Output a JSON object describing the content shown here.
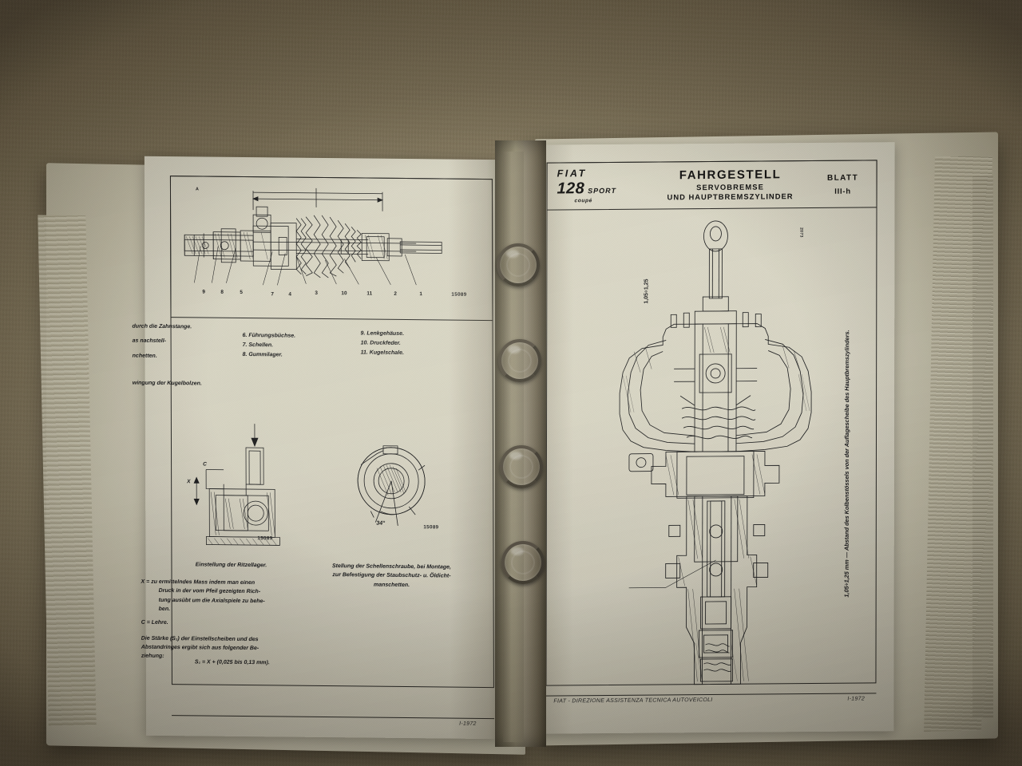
{
  "photo": {
    "subject": "open-ring-binder-workshop-manual",
    "desk_color": "#8d8166"
  },
  "left_page": {
    "figure_top": {
      "fig_number": "15089",
      "callouts": [
        "9",
        "8",
        "5",
        "7",
        "4",
        "3",
        "10",
        "11",
        "2",
        "1"
      ],
      "dim_labels": [
        "A"
      ]
    },
    "legend": {
      "col1": [
        "durch die Zahnstange.",
        "as nachstell-",
        "nchetten.",
        "wingung der Kugelbolzen."
      ],
      "col2": [
        "6. Führungsbüchse.",
        "7. Schellen.",
        "8. Gummilager."
      ],
      "col3": [
        "9. Lenkgehäuse.",
        "10. Druckfeder.",
        "11. Kugelschale."
      ]
    },
    "figure_left": {
      "fig_number": "15089",
      "labels": [
        "C",
        "X"
      ]
    },
    "figure_right": {
      "fig_number": "15089",
      "angle_label": "34°"
    },
    "caption_left": {
      "title": "Einstellung der Ritzellager.",
      "lines": [
        "X = zu ermittelndes Mass indem man einen",
        "Druck in der vom Pfeil gezeigten Rich-",
        "tung ausübt um die Axialspiele zu behe-",
        "ben.",
        "C = Lehre.",
        "Die Stärke (S₁) der Einstellscheiben und des",
        "Abstandringes ergibt sich aus folgender Be-",
        "ziehung:"
      ],
      "formula": "S₁ = X + (0,025 bis 0,13 mm)."
    },
    "caption_right": {
      "lines": [
        "Stellung der Schellenschraube, bei Montage,",
        "zur Befestigung der Staubschutz- u. Öldicht-",
        "manschetten."
      ]
    },
    "footer": {
      "date": "I-1972"
    }
  },
  "right_page": {
    "header": {
      "brand_fiat": "FIAT",
      "brand_model": "128",
      "brand_sport": "SPORT",
      "brand_coupe": "coupé",
      "title_line1": "FAHRGESTELL",
      "title_line2": "SERVOBREMSE",
      "title_line3": "UND HAUPTBREMSZYLINDER",
      "blatt_label": "BLATT",
      "blatt_value": "III-h"
    },
    "figure": {
      "fig_number": "2073",
      "vertical_note": "1,05÷1,25 mm — Abstand des Kolbenstössels von der Auflagescheibe des Hauptbremszylinders.",
      "dimension": "1,05÷1,25"
    },
    "footer": {
      "center": "FIAT - DIREZIONE ASSISTENZA TECNICA AUTOVEICOLI",
      "date": "I-1972"
    }
  }
}
